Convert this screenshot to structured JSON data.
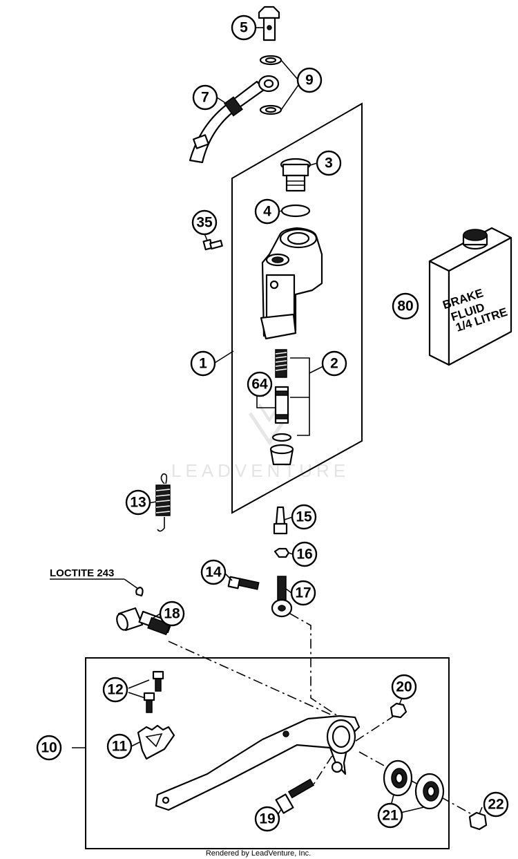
{
  "callouts": {
    "c5": "5",
    "c9": "9",
    "c7": "7",
    "c3": "3",
    "c4": "4",
    "c35": "35",
    "c80": "80",
    "c1": "1",
    "c2": "2",
    "c64": "64",
    "c13": "13",
    "c15": "15",
    "c16": "16",
    "c14": "14",
    "c17": "17",
    "c18": "18",
    "c12": "12",
    "c20": "20",
    "c10": "10",
    "c11": "11",
    "c21": "21",
    "c19": "19",
    "c22": "22"
  },
  "brake_fluid_can": {
    "line1": "BRAKE",
    "line2": "FLUID",
    "line3": "1/4 LITRE"
  },
  "loctite_note": "LOCTITE 243",
  "watermark": "LEADVENTURE",
  "footer": "Rendered by LeadVenture, Inc."
}
